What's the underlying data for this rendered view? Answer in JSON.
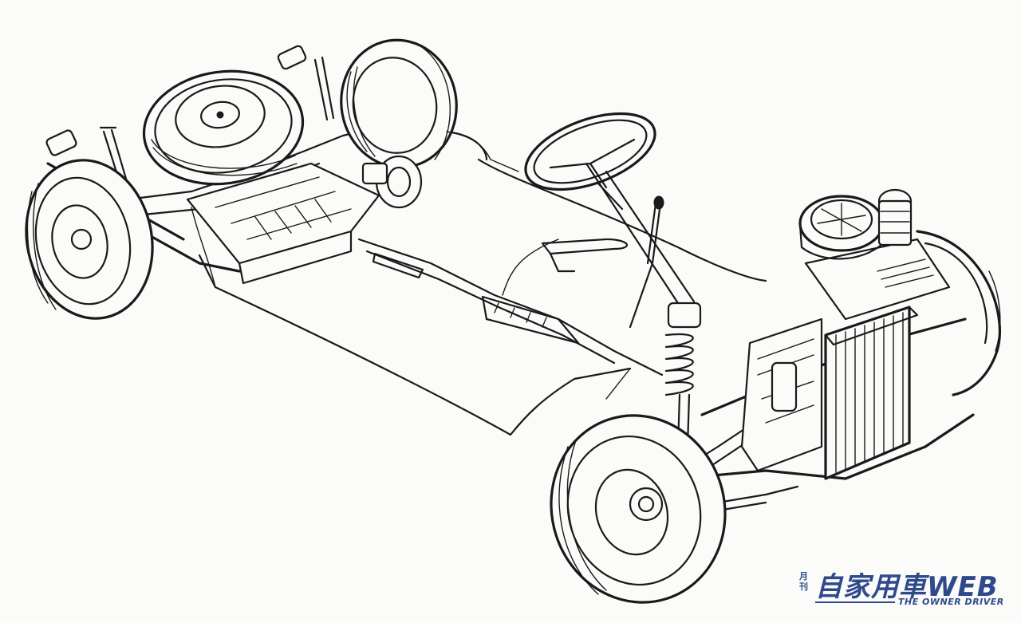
{
  "watermark": {
    "monthly": "月刊",
    "title": "自家用車WEB",
    "subtitle": "THE OWNER DRIVER"
  },
  "colors": {
    "ink": "#1a1a1a",
    "paper": "#fbfbf9",
    "brand": "#2f4a8c"
  }
}
